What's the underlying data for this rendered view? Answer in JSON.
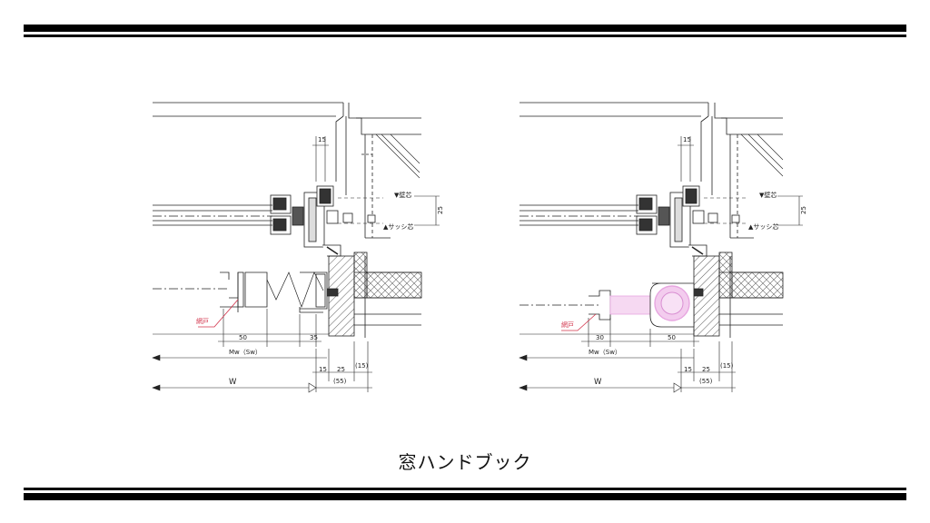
{
  "caption": "窓ハンドブック",
  "colors": {
    "band": "#000000",
    "line": "#222222",
    "screen_red": "#d2324a",
    "roll_pink": "#e7a6e0"
  },
  "left_detail": {
    "screen_label": "網戸",
    "dim_top": "15",
    "dim_side": "25",
    "wall_mark": "▼壁芯",
    "sash_mark": "▲サッシ芯",
    "dim_a": "50",
    "dim_b": "35",
    "mw": "Mw（Sw）",
    "w": "W",
    "dim_15": "15",
    "dim_25": "25",
    "dim_15p": "(15)",
    "dim_55p": "(55)"
  },
  "right_detail": {
    "screen_label": "網戸",
    "dim_top": "15",
    "dim_side": "25",
    "wall_mark": "▼壁芯",
    "sash_mark": "▲サッシ芯",
    "dim_a": "30",
    "dim_b": "50",
    "mw": "Mw（Sw）",
    "w": "W",
    "dim_15": "15",
    "dim_25": "25",
    "dim_15p": "(15)",
    "dim_55p": "(55)"
  }
}
